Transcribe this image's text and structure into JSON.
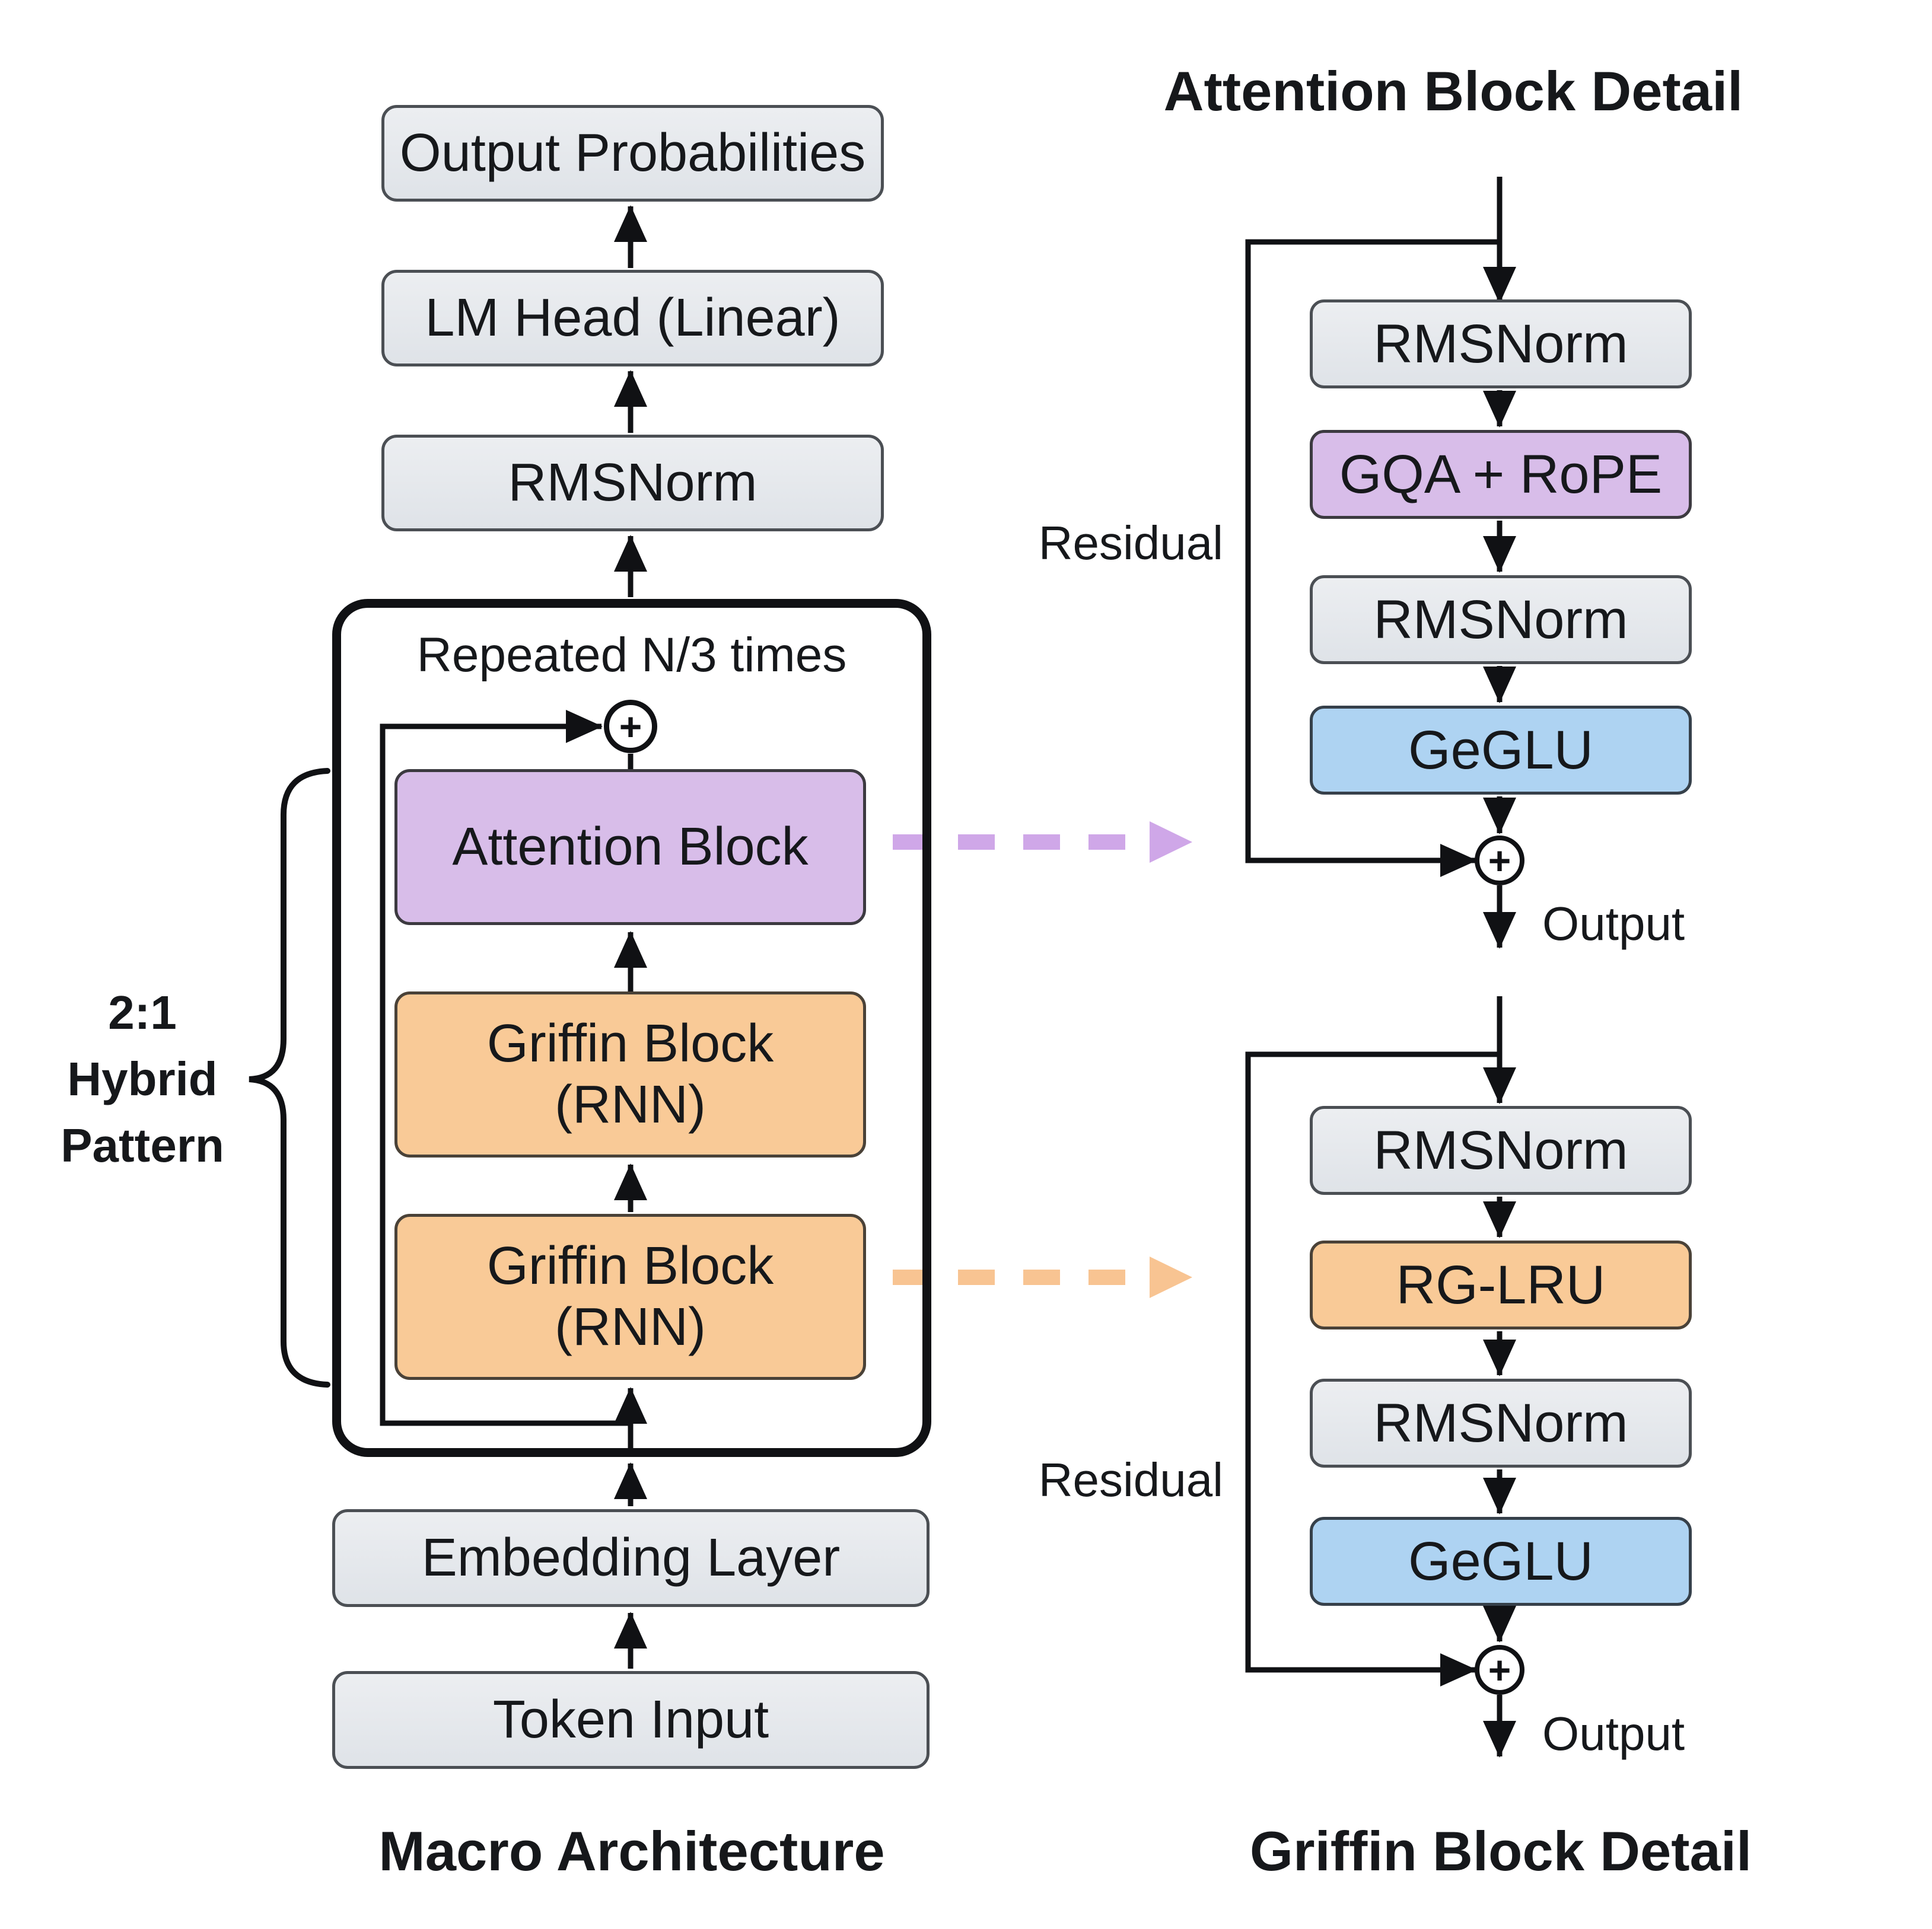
{
  "colors": {
    "grey_fill_top": "#eceef1",
    "grey_fill_bottom": "#dfe3e8",
    "grey_border": "#4b4f54",
    "purple_fill": "#d8bde9",
    "orange_fill": "#f9ca97",
    "blue_fill": "#aed3f2",
    "purple_dash_arrow": "#cfa7e8",
    "orange_dash_arrow": "#f8c492",
    "line": "#101114",
    "text": "#16181b",
    "background": "#ffffff"
  },
  "macro": {
    "caption": "Macro Architecture",
    "output_probabilities": "Output Probabilities",
    "lm_head": "LM Head (Linear)",
    "rmsnorm": "RMSNorm",
    "repeat_label": "Repeated N/3 times",
    "attention_block": "Attention Block",
    "griffin_block_1": {
      "line1": "Griffin Block",
      "line2": "(RNN)"
    },
    "griffin_block_2": {
      "line1": "Griffin Block",
      "line2": "(RNN)"
    },
    "embedding_layer": "Embedding Layer",
    "token_input": "Token Input",
    "hybrid_pattern": {
      "line1": "2:1",
      "line2": "Hybrid",
      "line3": "Pattern"
    },
    "plus": "+"
  },
  "attention_detail": {
    "title": "Attention Block Detail",
    "rmsnorm_pre": "RMSNorm",
    "gqa_rope": "GQA + RoPE",
    "rmsnorm_mid": "RMSNorm",
    "geglu": "GeGLU",
    "residual": "Residual",
    "output": "Output",
    "plus": "+"
  },
  "griffin_detail": {
    "title": "Griffin Block Detail",
    "rmsnorm_pre": "RMSNorm",
    "rg_lru": "RG-LRU",
    "rmsnorm_mid": "RMSNorm",
    "geglu": "GeGLU",
    "residual": "Residual",
    "output": "Output",
    "plus": "+"
  }
}
